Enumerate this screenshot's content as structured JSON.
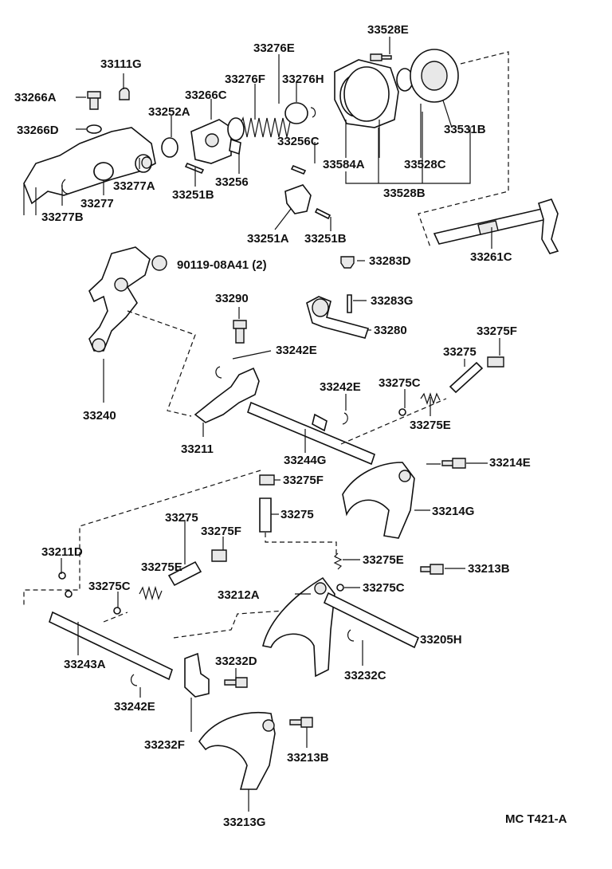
{
  "diagram_code": "MC  T421-A",
  "part_labels": [
    "33528E",
    "33111G",
    "33276E",
    "33266A",
    "33276F",
    "33276H",
    "33266C",
    "33252A",
    "33266D",
    "33531B",
    "33256C",
    "33584A",
    "33528C",
    "33277A",
    "33256",
    "33251B",
    "33277",
    "33528B",
    "33277B",
    "33251A",
    "33251B",
    "33261C",
    "90119-08A41 (2)",
    "33283D",
    "33290",
    "33283G",
    "33280",
    "33275F",
    "33242E",
    "33275",
    "33242E",
    "33275C",
    "33240",
    "33275E",
    "33211",
    "33244G",
    "33214E",
    "33275F",
    "33214G",
    "33275",
    "33275F",
    "33275",
    "33211D",
    "33275E",
    "33275E",
    "33213B",
    "33275C",
    "33212A",
    "33275C",
    "33205H",
    "33243A",
    "33232D",
    "33232C",
    "33242E",
    "33232F",
    "33213B",
    "33213G"
  ]
}
